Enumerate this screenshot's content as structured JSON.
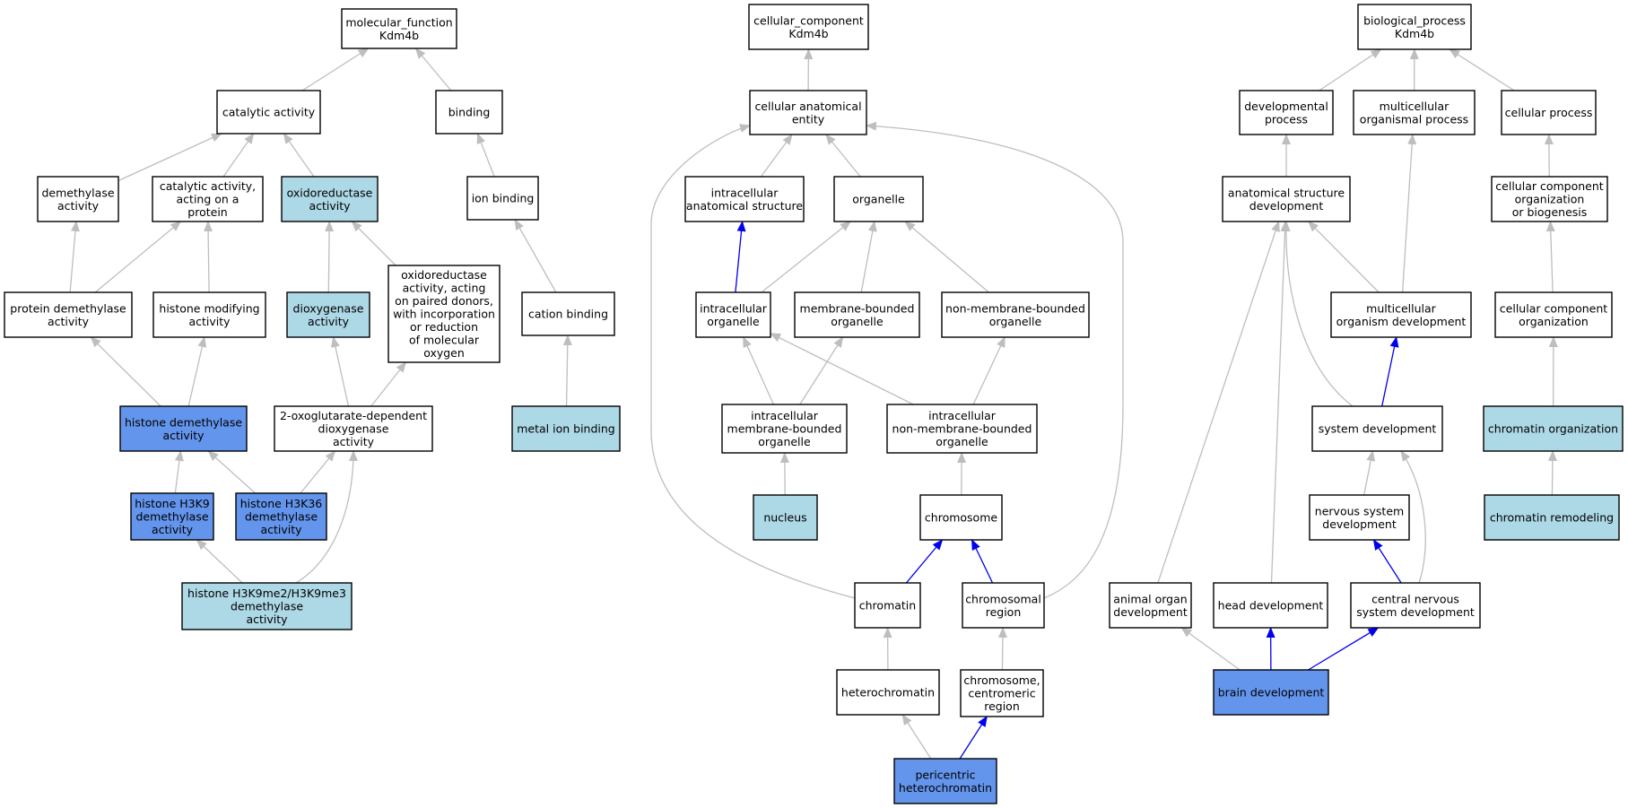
{
  "palette": {
    "plain": "#ffffff",
    "light": "#add8e6",
    "dark": "#6495ed",
    "edge_grey": "#bebebe",
    "edge_blue": "#0000ee",
    "border": "#000000"
  },
  "nodes": [
    {
      "id": "mf_root",
      "label": [
        "molecular_function",
        "Kdm4b"
      ],
      "fill": "plain"
    },
    {
      "id": "catalytic",
      "label": [
        "catalytic activity"
      ],
      "fill": "plain"
    },
    {
      "id": "binding",
      "label": [
        "binding"
      ],
      "fill": "plain"
    },
    {
      "id": "demethylase",
      "label": [
        "demethylase",
        "activity"
      ],
      "fill": "plain"
    },
    {
      "id": "cat_protein",
      "label": [
        "catalytic activity,",
        "acting on a",
        "protein"
      ],
      "fill": "plain"
    },
    {
      "id": "oxidoreductase",
      "label": [
        "oxidoreductase",
        "activity"
      ],
      "fill": "light"
    },
    {
      "id": "ion_binding",
      "label": [
        "ion binding"
      ],
      "fill": "plain"
    },
    {
      "id": "protein_demethylase",
      "label": [
        "protein demethylase",
        "activity"
      ],
      "fill": "plain"
    },
    {
      "id": "histone_modifying",
      "label": [
        "histone modifying",
        "activity"
      ],
      "fill": "plain"
    },
    {
      "id": "dioxygenase",
      "label": [
        "dioxygenase",
        "activity"
      ],
      "fill": "light"
    },
    {
      "id": "oxido_paired",
      "label": [
        "oxidoreductase",
        "activity, acting",
        "on paired donors,",
        "with incorporation",
        "or reduction",
        "of molecular",
        "oxygen"
      ],
      "fill": "plain"
    },
    {
      "id": "cation_binding",
      "label": [
        "cation binding"
      ],
      "fill": "plain"
    },
    {
      "id": "histone_demethylase",
      "label": [
        "histone demethylase",
        "activity"
      ],
      "fill": "dark"
    },
    {
      "id": "oxoglutarate",
      "label": [
        "2-oxoglutarate-dependent",
        "dioxygenase",
        "activity"
      ],
      "fill": "plain"
    },
    {
      "id": "metal_ion",
      "label": [
        "metal ion binding"
      ],
      "fill": "light"
    },
    {
      "id": "h3k9",
      "label": [
        "histone H3K9",
        "demethylase",
        "activity"
      ],
      "fill": "dark"
    },
    {
      "id": "h3k36",
      "label": [
        "histone H3K36",
        "demethylase",
        "activity"
      ],
      "fill": "dark"
    },
    {
      "id": "h3k9me",
      "label": [
        "histone H3K9me2/H3K9me3",
        "demethylase",
        "activity"
      ],
      "fill": "light"
    },
    {
      "id": "cc_root",
      "label": [
        "cellular_component",
        "Kdm4b"
      ],
      "fill": "plain"
    },
    {
      "id": "cae",
      "label": [
        "cellular anatomical",
        "entity"
      ],
      "fill": "plain"
    },
    {
      "id": "ias",
      "label": [
        "intracellular",
        "anatomical structure"
      ],
      "fill": "plain"
    },
    {
      "id": "organelle",
      "label": [
        "organelle"
      ],
      "fill": "plain"
    },
    {
      "id": "intra_org",
      "label": [
        "intracellular",
        "organelle"
      ],
      "fill": "plain"
    },
    {
      "id": "mbo",
      "label": [
        "membrane-bounded",
        "organelle"
      ],
      "fill": "plain"
    },
    {
      "id": "nmbo",
      "label": [
        "non-membrane-bounded",
        "organelle"
      ],
      "fill": "plain"
    },
    {
      "id": "imbo",
      "label": [
        "intracellular",
        "membrane-bounded",
        "organelle"
      ],
      "fill": "plain"
    },
    {
      "id": "inmbo",
      "label": [
        "intracellular",
        "non-membrane-bounded",
        "organelle"
      ],
      "fill": "plain"
    },
    {
      "id": "nucleus",
      "label": [
        "nucleus"
      ],
      "fill": "light"
    },
    {
      "id": "chromosome",
      "label": [
        "chromosome"
      ],
      "fill": "plain"
    },
    {
      "id": "chromatin",
      "label": [
        "chromatin"
      ],
      "fill": "plain"
    },
    {
      "id": "chrom_region",
      "label": [
        "chromosomal",
        "region"
      ],
      "fill": "plain"
    },
    {
      "id": "heterochromatin",
      "label": [
        "heterochromatin"
      ],
      "fill": "plain"
    },
    {
      "id": "centromeric",
      "label": [
        "chromosome,",
        "centromeric",
        "region"
      ],
      "fill": "plain"
    },
    {
      "id": "pericentric",
      "label": [
        "pericentric",
        "heterochromatin"
      ],
      "fill": "dark"
    },
    {
      "id": "bp_root",
      "label": [
        "biological_process",
        "Kdm4b"
      ],
      "fill": "plain"
    },
    {
      "id": "dev_process",
      "label": [
        "developmental",
        "process"
      ],
      "fill": "plain"
    },
    {
      "id": "multi_process",
      "label": [
        "multicellular",
        "organismal process"
      ],
      "fill": "plain"
    },
    {
      "id": "cell_process",
      "label": [
        "cellular process"
      ],
      "fill": "plain"
    },
    {
      "id": "asd",
      "label": [
        "anatomical structure",
        "development"
      ],
      "fill": "plain"
    },
    {
      "id": "ccob",
      "label": [
        "cellular component",
        "organization",
        "or biogenesis"
      ],
      "fill": "plain"
    },
    {
      "id": "mod",
      "label": [
        "multicellular",
        "organism development"
      ],
      "fill": "plain"
    },
    {
      "id": "cco",
      "label": [
        "cellular component",
        "organization"
      ],
      "fill": "plain"
    },
    {
      "id": "sys_dev",
      "label": [
        "system development"
      ],
      "fill": "plain"
    },
    {
      "id": "chrom_org",
      "label": [
        "chromatin organization"
      ],
      "fill": "light"
    },
    {
      "id": "nsd",
      "label": [
        "nervous system",
        "development"
      ],
      "fill": "plain"
    },
    {
      "id": "chrom_remod",
      "label": [
        "chromatin remodeling"
      ],
      "fill": "light"
    },
    {
      "id": "aod",
      "label": [
        "animal organ",
        "development"
      ],
      "fill": "plain"
    },
    {
      "id": "head_dev",
      "label": [
        "head development"
      ],
      "fill": "plain"
    },
    {
      "id": "cnsd",
      "label": [
        "central nervous",
        "system development"
      ],
      "fill": "plain"
    },
    {
      "id": "brain_dev",
      "label": [
        "brain development"
      ],
      "fill": "dark"
    }
  ],
  "edges": [
    {
      "from": "catalytic",
      "to": "mf_root",
      "color": "grey"
    },
    {
      "from": "binding",
      "to": "mf_root",
      "color": "grey"
    },
    {
      "from": "demethylase",
      "to": "catalytic",
      "color": "grey"
    },
    {
      "from": "cat_protein",
      "to": "catalytic",
      "color": "grey"
    },
    {
      "from": "oxidoreductase",
      "to": "catalytic",
      "color": "grey"
    },
    {
      "from": "ion_binding",
      "to": "binding",
      "color": "grey"
    },
    {
      "from": "protein_demethylase",
      "to": "demethylase",
      "color": "grey"
    },
    {
      "from": "protein_demethylase",
      "to": "cat_protein",
      "color": "grey"
    },
    {
      "from": "histone_modifying",
      "to": "cat_protein",
      "color": "grey"
    },
    {
      "from": "dioxygenase",
      "to": "oxidoreductase",
      "color": "grey"
    },
    {
      "from": "oxido_paired",
      "to": "oxidoreductase",
      "color": "grey"
    },
    {
      "from": "cation_binding",
      "to": "ion_binding",
      "color": "grey"
    },
    {
      "from": "histone_demethylase",
      "to": "protein_demethylase",
      "color": "grey"
    },
    {
      "from": "histone_demethylase",
      "to": "histone_modifying",
      "color": "grey"
    },
    {
      "from": "oxoglutarate",
      "to": "dioxygenase",
      "color": "grey"
    },
    {
      "from": "oxoglutarate",
      "to": "oxido_paired",
      "color": "grey"
    },
    {
      "from": "metal_ion",
      "to": "cation_binding",
      "color": "grey"
    },
    {
      "from": "h3k9",
      "to": "histone_demethylase",
      "color": "grey"
    },
    {
      "from": "h3k36",
      "to": "histone_demethylase",
      "color": "grey"
    },
    {
      "from": "h3k36",
      "to": "oxoglutarate",
      "color": "grey"
    },
    {
      "from": "h3k9me",
      "to": "h3k9",
      "color": "grey"
    },
    {
      "from": "h3k9me",
      "to": "oxoglutarate",
      "color": "grey"
    },
    {
      "from": "cae",
      "to": "cc_root",
      "color": "grey"
    },
    {
      "from": "ias",
      "to": "cae",
      "color": "grey"
    },
    {
      "from": "organelle",
      "to": "cae",
      "color": "grey"
    },
    {
      "from": "intra_org",
      "to": "ias",
      "color": "blue"
    },
    {
      "from": "intra_org",
      "to": "organelle",
      "color": "grey"
    },
    {
      "from": "mbo",
      "to": "organelle",
      "color": "grey"
    },
    {
      "from": "nmbo",
      "to": "organelle",
      "color": "grey"
    },
    {
      "from": "imbo",
      "to": "intra_org",
      "color": "grey"
    },
    {
      "from": "imbo",
      "to": "mbo",
      "color": "grey"
    },
    {
      "from": "inmbo",
      "to": "intra_org",
      "color": "grey"
    },
    {
      "from": "inmbo",
      "to": "nmbo",
      "color": "grey"
    },
    {
      "from": "nucleus",
      "to": "imbo",
      "color": "grey"
    },
    {
      "from": "chromosome",
      "to": "inmbo",
      "color": "grey"
    },
    {
      "from": "chromatin",
      "to": "chromosome",
      "color": "blue"
    },
    {
      "from": "chromatin",
      "to": "cae",
      "color": "grey"
    },
    {
      "from": "chrom_region",
      "to": "chromosome",
      "color": "blue"
    },
    {
      "from": "chrom_region",
      "to": "cae",
      "color": "grey"
    },
    {
      "from": "heterochromatin",
      "to": "chromatin",
      "color": "grey"
    },
    {
      "from": "centromeric",
      "to": "chrom_region",
      "color": "grey"
    },
    {
      "from": "pericentric",
      "to": "heterochromatin",
      "color": "grey"
    },
    {
      "from": "pericentric",
      "to": "centromeric",
      "color": "blue"
    },
    {
      "from": "dev_process",
      "to": "bp_root",
      "color": "grey"
    },
    {
      "from": "multi_process",
      "to": "bp_root",
      "color": "grey"
    },
    {
      "from": "cell_process",
      "to": "bp_root",
      "color": "grey"
    },
    {
      "from": "asd",
      "to": "dev_process",
      "color": "grey"
    },
    {
      "from": "ccob",
      "to": "cell_process",
      "color": "grey"
    },
    {
      "from": "mod",
      "to": "asd",
      "color": "grey"
    },
    {
      "from": "mod",
      "to": "multi_process",
      "color": "grey"
    },
    {
      "from": "cco",
      "to": "ccob",
      "color": "grey"
    },
    {
      "from": "sys_dev",
      "to": "mod",
      "color": "blue"
    },
    {
      "from": "sys_dev",
      "to": "asd",
      "color": "grey"
    },
    {
      "from": "chrom_org",
      "to": "cco",
      "color": "grey"
    },
    {
      "from": "nsd",
      "to": "sys_dev",
      "color": "grey"
    },
    {
      "from": "chrom_remod",
      "to": "chrom_org",
      "color": "grey"
    },
    {
      "from": "aod",
      "to": "asd",
      "color": "grey"
    },
    {
      "from": "head_dev",
      "to": "asd",
      "color": "grey"
    },
    {
      "from": "cnsd",
      "to": "nsd",
      "color": "blue"
    },
    {
      "from": "cnsd",
      "to": "sys_dev",
      "color": "grey"
    },
    {
      "from": "brain_dev",
      "to": "aod",
      "color": "grey"
    },
    {
      "from": "brain_dev",
      "to": "head_dev",
      "color": "blue"
    },
    {
      "from": "brain_dev",
      "to": "cnsd",
      "color": "blue"
    }
  ]
}
